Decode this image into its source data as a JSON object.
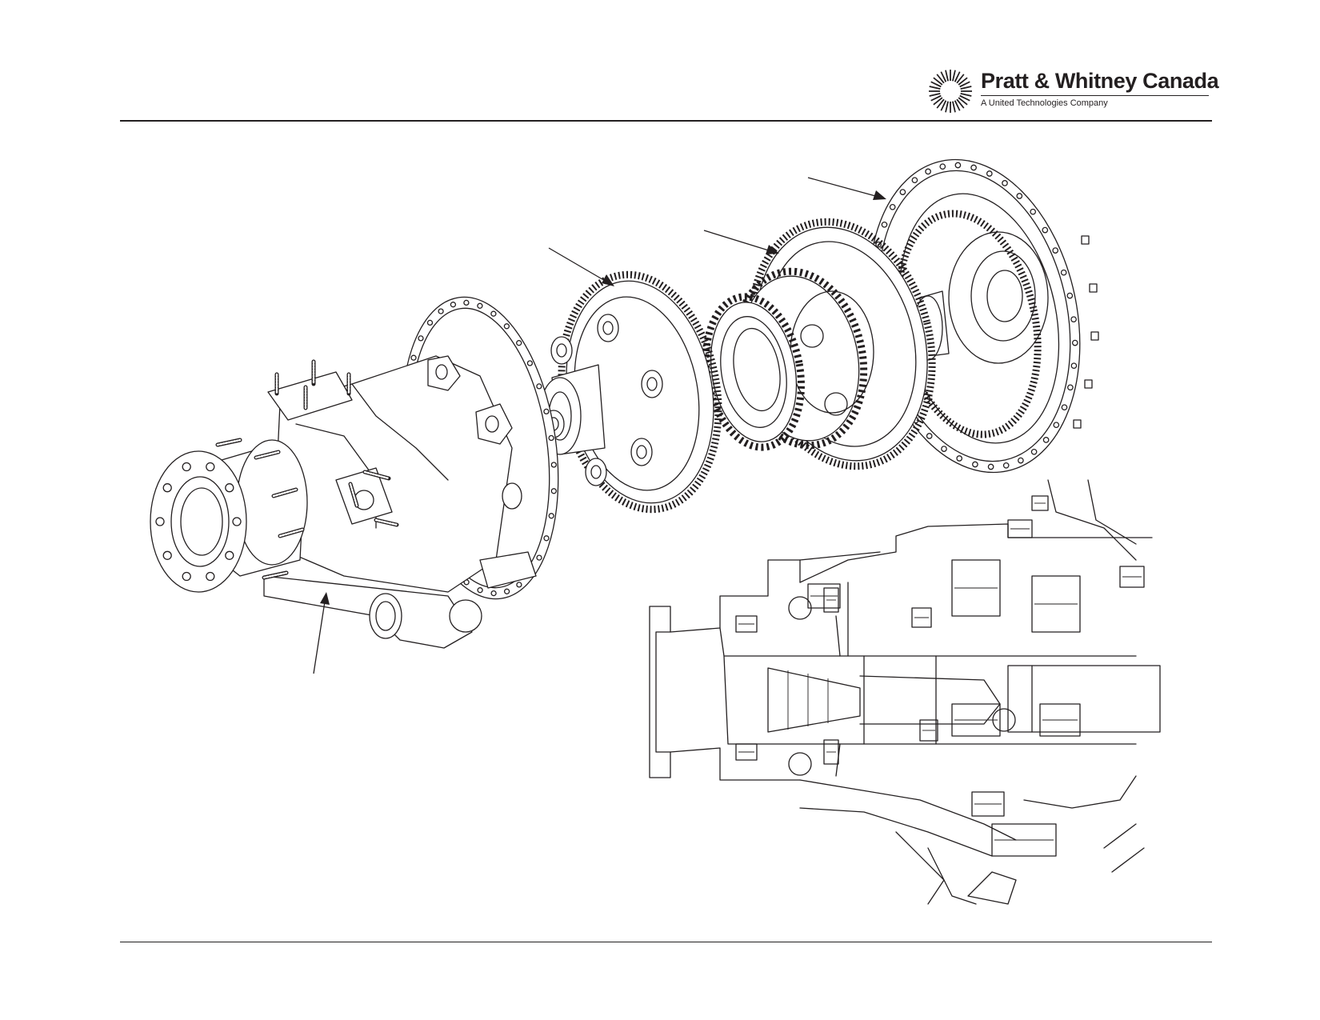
{
  "brand": {
    "name": "Pratt & Whitney Canada",
    "tagline": "A United Technologies Company",
    "logo_icon": "turbine-burst-icon"
  },
  "illustration": {
    "views": [
      "exploded-isometric-assembly",
      "cross-section"
    ],
    "callout_arrows": 4
  },
  "colors": {
    "ink": "#231f20",
    "paper": "#ffffff"
  }
}
